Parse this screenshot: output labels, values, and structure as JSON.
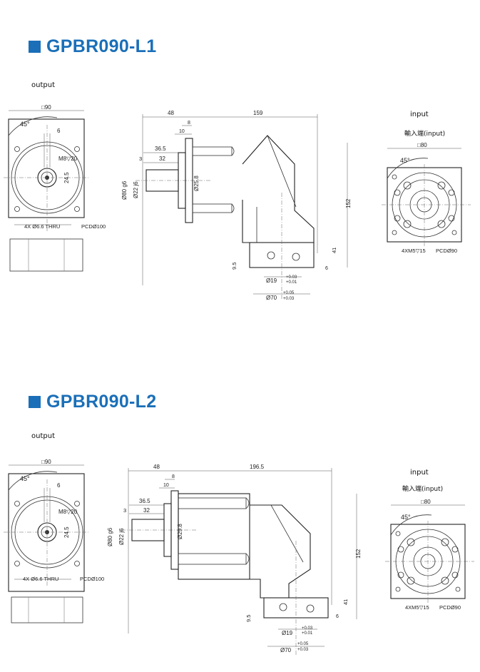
{
  "sections": [
    {
      "title": "GPBR090-L1",
      "output_label": "output",
      "input_label": "input",
      "input_label_cn": "輸入端(input)",
      "output_view": {
        "square": "□90",
        "angle": "45°",
        "key": "6",
        "thread": "M8▽20",
        "dim_24_5": "24.5",
        "holes": "4X Ø6.6 THRU",
        "pcd": "PCDØ100"
      },
      "side_view": {
        "d48": "48",
        "d8": "8",
        "d10": "10",
        "d159": "159",
        "d36_5": "36.5",
        "d3": "3",
        "d32": "32",
        "d80g6": "Ø80 g6",
        "d22j6": "Ø22 j6",
        "d25_8": "Ø25.8",
        "d152": "152",
        "d41": "41",
        "d6": "6",
        "d9_5": "9.5",
        "d19": "Ø19",
        "d19_tol_up": "+0.03",
        "d19_tol_dn": "+0.01",
        "d70": "Ø70",
        "d70_tol_up": "+0.05",
        "d70_tol_dn": "+0.03"
      },
      "input_view": {
        "square": "□80",
        "angle": "45°",
        "holes": "4XM5▽15",
        "pcd": "PCDØ90"
      }
    },
    {
      "title": "GPBR090-L2",
      "output_label": "output",
      "input_label": "input",
      "input_label_cn": "輸入端(input)",
      "output_view": {
        "square": "□90",
        "angle": "45°",
        "key": "6",
        "thread": "M8▽20",
        "dim_24_5": "24.5",
        "holes": "4X Ø6.6 THRU",
        "pcd": "PCDØ100"
      },
      "side_view": {
        "d48": "48",
        "d8": "8",
        "d10": "10",
        "d196_5": "196.5",
        "d36_5": "36.5",
        "d3": "3",
        "d32": "32",
        "d80g6": "Ø80 g6",
        "d22j6": "Ø22 j6",
        "d29_8": "Ø29.8",
        "d152": "152",
        "d41": "41",
        "d6": "6",
        "d9_5": "9.5",
        "d19": "Ø19",
        "d19_tol_up": "+0.03",
        "d19_tol_dn": "+0.01",
        "d70": "Ø70",
        "d70_tol_up": "+0.05",
        "d70_tol_dn": "+0.03"
      },
      "input_view": {
        "square": "□80",
        "angle": "45°",
        "holes": "4XM5▽15",
        "pcd": "PCDØ90"
      }
    }
  ]
}
